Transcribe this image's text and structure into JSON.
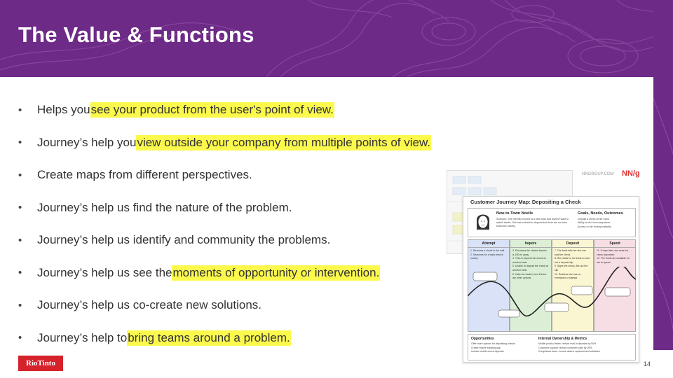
{
  "slide": {
    "title": "The Value & Functions",
    "page_number": "14",
    "logo_text": "RioTinto"
  },
  "bullets": [
    {
      "pre": "Helps you ",
      "highlight": "see your product from the user's point of view.",
      "post": ""
    },
    {
      "pre": "Journey’s help you ",
      "highlight": "view outside your company from multiple points of view.",
      "post": ""
    },
    {
      "pre": "Create maps from different perspectives.",
      "highlight": "",
      "post": ""
    },
    {
      "pre": "Journey’s help us find the nature of the problem.",
      "highlight": "",
      "post": ""
    },
    {
      "pre": "Journey’s help us identify and community the problems.",
      "highlight": "",
      "post": ""
    },
    {
      "pre": "Journey’s help us see the ",
      "highlight": "moments of opportunity or intervention.",
      "post": ""
    },
    {
      "pre": "Journey’s help us co-create new solutions.",
      "highlight": "",
      "post": ""
    },
    {
      "pre": "Journey’s help to ",
      "highlight": "bring teams around a problem.",
      "post": ""
    }
  ],
  "journey_map": {
    "source": "NNGROUP.COM",
    "brand": "NN/g",
    "title": "Customer Journey Map: Depositing a Check",
    "persona_name": "New-to-Town Noelle",
    "scenario": "Scenario: She recently moved to a new town and doesn't want to switch banks. She has a check to deposit but there are no bank branches nearby.",
    "goals_title": "Goals, Needs, Outcomes",
    "goals": [
      "Deposit a check at her bank",
      "Ability to do it from anywhere",
      "Access to her money instantly"
    ],
    "stages": [
      {
        "name": "Attempt",
        "color": "#d9e2f7",
        "steps": [
          "1. Receives a check in the mail",
          "2. Searches for a bank branch nearby"
        ]
      },
      {
        "name": "Inquire",
        "color": "#dcefd6",
        "steps": [
          "3. Discovers the closest branch is 100 mi away",
          "4. Tries to deposit the check at another bank",
          "5. Unable to deposit the check at another bank",
          "6. Calls her bank to see if there are other options"
        ]
      },
      {
        "name": "Deposit",
        "color": "#fbf6d2",
        "steps": [
          "7. The bank tells her she can mail the check",
          "8. She waits for the bank to mail her a deposit slip",
          "9. Signs the check, fills out the slip",
          "10. Realizes she has no envelopes or stamps"
        ]
      },
      {
        "name": "Spend",
        "color": "#f7dde4",
        "steps": [
          "11. 5 days later, she sees the check deposited",
          "12. The funds are available for her to spend"
        ]
      }
    ],
    "opportunities_title": "Opportunities",
    "opportunities": [
      "Offer more options for depositing checks",
      "Create mobile banking app",
      "Include mobile check deposits"
    ],
    "ownership_title": "Internal Ownership & Metrics",
    "ownership": [
      "Mobile product team: reduce mail-in deposits by 50%",
      "Customer support: reduce customer calls by 25%",
      "Compliance team: ensure data is captured and validated"
    ]
  },
  "colors": {
    "header_purple": "#6d2a86",
    "highlight_yellow": "#fcf94d",
    "logo_red": "#d5222b"
  }
}
